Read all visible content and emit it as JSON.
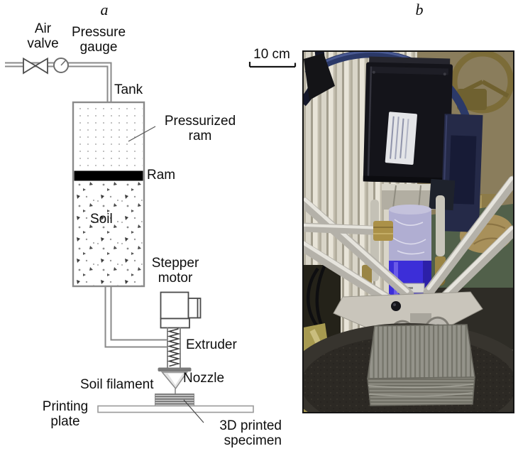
{
  "panels": {
    "a": {
      "label": "a"
    },
    "b": {
      "label": "b",
      "scale_text": "10 cm"
    }
  },
  "diagram_labels": {
    "air_valve": "Air\nvalve",
    "pressure_gauge": "Pressure\ngauge",
    "tank": "Tank",
    "pressurized_ram": "Pressurized\nram",
    "ram": "Ram",
    "soil": "Soil",
    "stepper_motor": "Stepper\nmotor",
    "extruder": "Extruder",
    "nozzle": "Nozzle",
    "soil_filament": "Soil filament",
    "printing_plate": "Printing\nplate",
    "printed_specimen": "3D printed\nspecimen"
  },
  "colors": {
    "diagram_line": "#8a8a8a",
    "ram_fill": "#000000",
    "nozzle_flange": "#7a7a7a",
    "scale_bar": "#151515",
    "photo_border": "#141414",
    "syringe_blue": "#3c2ed8",
    "cable_blue": "#2b3968",
    "printed_layers_gray": "#8a897f"
  }
}
